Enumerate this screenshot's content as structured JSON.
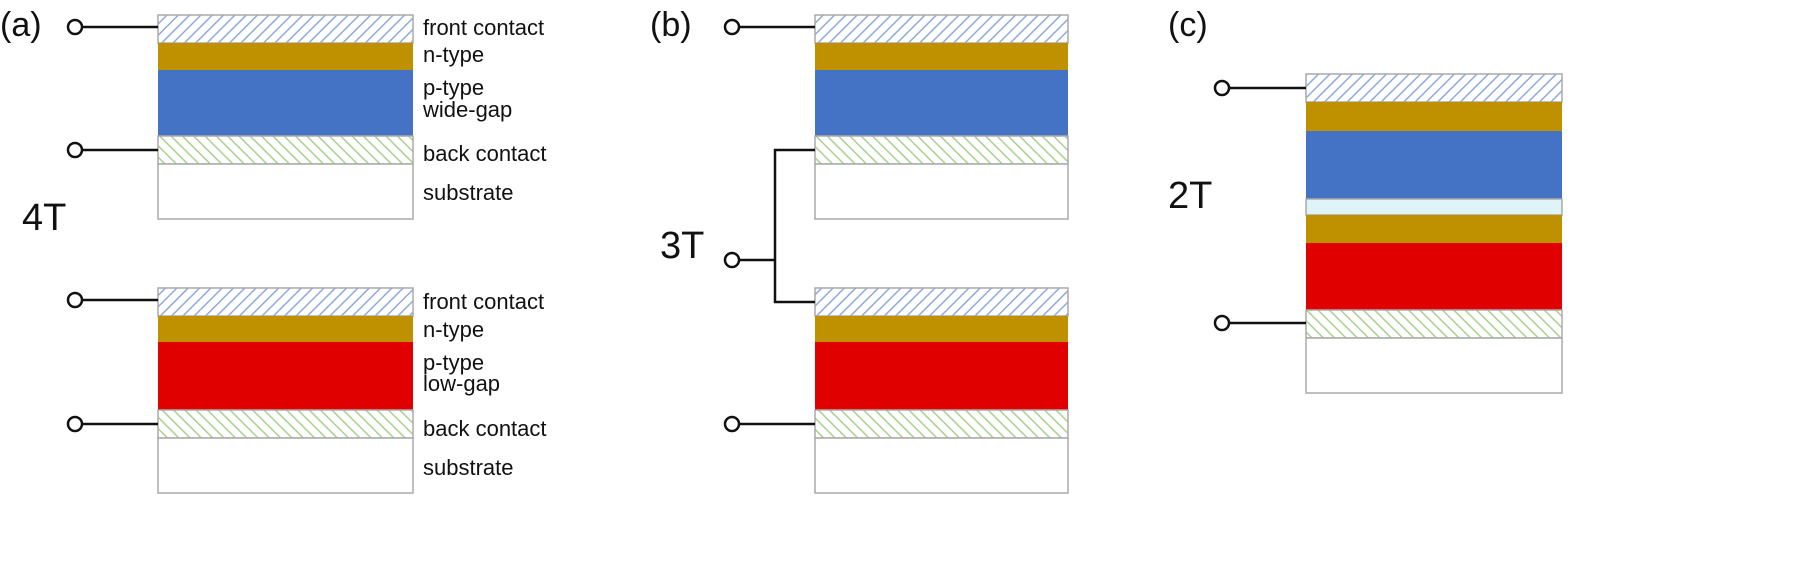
{
  "colors": {
    "front_contact": "#8faadc",
    "n_type": "#bf9000",
    "p_type_wide_gap": "#4472c4",
    "p_type_low_gap": "#e00000",
    "back_contact": "#a9d18e",
    "interconnect": "#dff4f7",
    "substrate": "#ffffff"
  },
  "panels": {
    "a": {
      "label": "(a)",
      "terminals": "4T"
    },
    "b": {
      "label": "(b)",
      "terminals": "3T"
    },
    "c": {
      "label": "(c)",
      "terminals": "2T"
    }
  },
  "layer_labels": {
    "top": [
      "front contact",
      "n-type",
      "p-type",
      "wide-gap",
      "back contact",
      "substrate"
    ],
    "bottom": [
      "front contact",
      "n-type",
      "p-type",
      "low-gap",
      "back contact",
      "substrate"
    ]
  }
}
